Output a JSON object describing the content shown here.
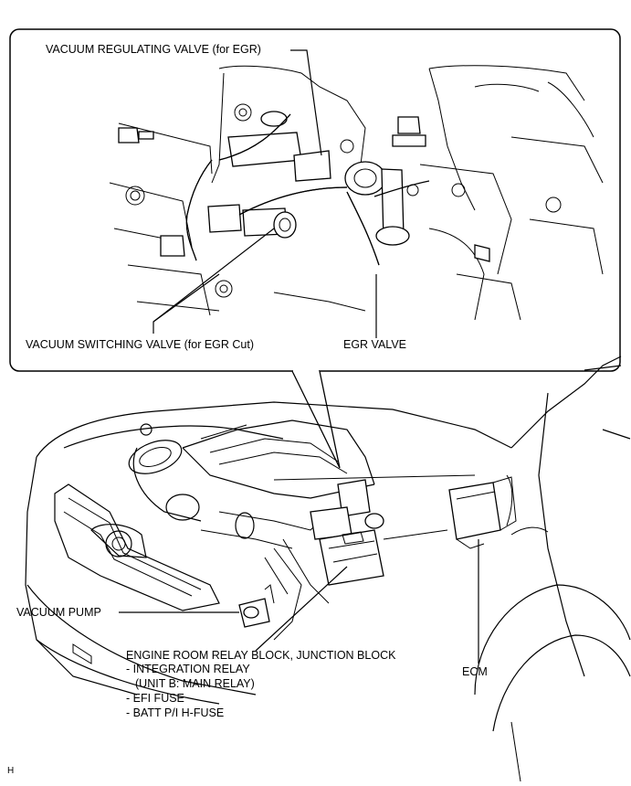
{
  "labels": {
    "vacuum_regulating_valve": "VACUUM REGULATING VALVE (for EGR)",
    "vacuum_switching_valve": "VACUUM SWITCHING VALVE (for EGR Cut)",
    "egr_valve": "EGR VALVE",
    "vacuum_pump": "VACUUM PUMP",
    "relay_block_title": "ENGINE ROOM RELAY BLOCK, JUNCTION BLOCK",
    "relay_item_1": "- INTEGRATION RELAY",
    "relay_item_1_sub": "(UNIT B: MAIN RELAY)",
    "relay_item_2": "- EFI FUSE",
    "relay_item_3": "- BATT P/I H-FUSE",
    "ecm": "ECM",
    "figure_code": "H"
  }
}
